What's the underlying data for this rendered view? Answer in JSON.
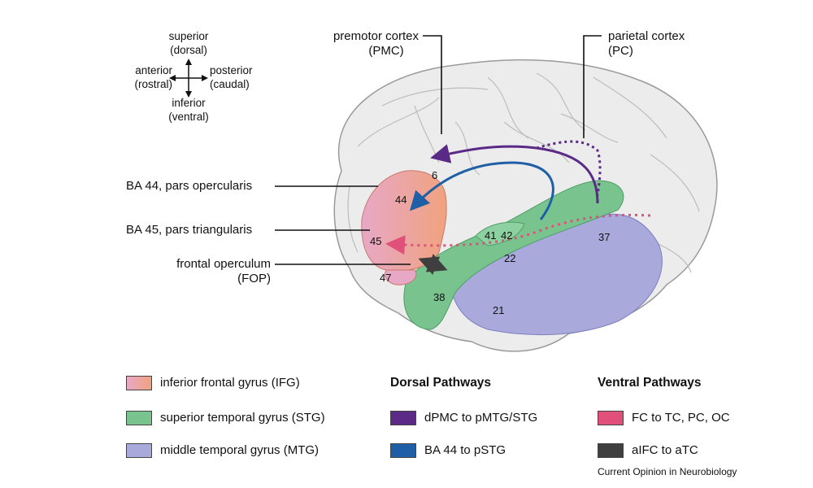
{
  "compass": {
    "superior": "superior",
    "superior_sub": "(dorsal)",
    "anterior": "anterior",
    "anterior_sub": "(rostral)",
    "posterior": "posterior",
    "posterior_sub": "(caudal)",
    "inferior": "inferior",
    "inferior_sub": "(ventral)"
  },
  "labels": {
    "pmc": "premotor cortex",
    "pmc_abbr": "(PMC)",
    "pc": "parietal cortex",
    "pc_abbr": "(PC)",
    "ba44": "BA 44, pars opercularis",
    "ba45": "BA 45, pars triangularis",
    "fop": "frontal operculum",
    "fop_abbr": "(FOP)"
  },
  "areas": {
    "a6": "6",
    "a44": "44",
    "a45": "45",
    "a47": "47",
    "a41": "41",
    "a42": "42",
    "a22": "22",
    "a38": "38",
    "a21": "21",
    "a37": "37"
  },
  "legend": {
    "regions": [
      {
        "label": "inferior frontal gyrus (IFG)",
        "color": "#e8a0a8"
      },
      {
        "label": "superior temporal gyrus (STG)",
        "color": "#79c48e"
      },
      {
        "label": "middle temporal gyrus (MTG)",
        "color": "#a9aadb"
      }
    ],
    "dorsal_title": "Dorsal Pathways",
    "dorsal": [
      {
        "label": "dPMC to pMTG/STG",
        "color": "#5b2a86"
      },
      {
        "label": "BA 44 to pSTG",
        "color": "#1f5fa6"
      }
    ],
    "ventral_title": "Ventral Pathways",
    "ventral": [
      {
        "label": "FC to TC, PC, OC",
        "color": "#e0507a"
      },
      {
        "label": "aIFC to aTC",
        "color": "#3f3f3f"
      }
    ]
  },
  "credit": "Current Opinion in Neurobiology"
}
